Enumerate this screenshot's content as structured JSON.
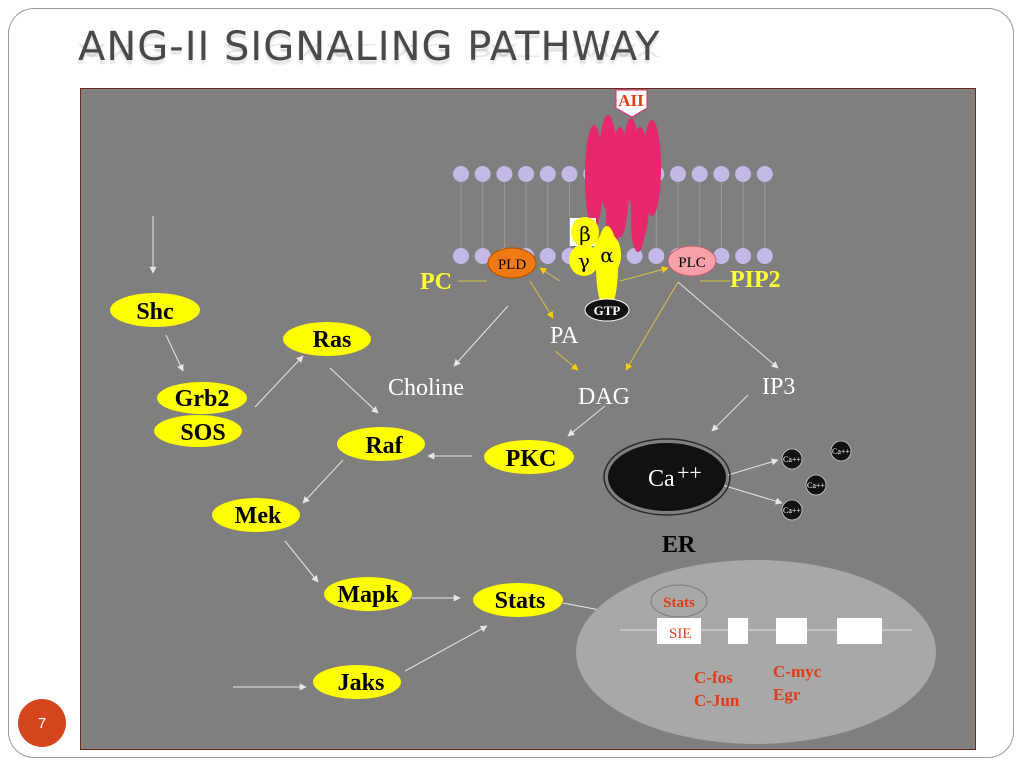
{
  "slide": {
    "title": "ANG-II SIGNALING PATHWAY",
    "page_number": "7"
  },
  "receptor": {
    "ligand": "AII",
    "beta": "β",
    "gamma": "γ",
    "alpha": "α",
    "gtp": "GTP"
  },
  "enzymes": {
    "pld": "PLD",
    "plc": "PLC"
  },
  "membrane_labels": {
    "pc": "PC",
    "pip2": "PIP2"
  },
  "metabolites": {
    "pa": "PA",
    "choline": "Choline",
    "dag": "DAG",
    "ip3": "IP3"
  },
  "calcium": {
    "store": "Ca",
    "store_sup": "++",
    "ion": "Ca",
    "ion_sup": "++",
    "er": "ER"
  },
  "nodes": {
    "shc": "Shc",
    "grb2": "Grb2",
    "sos": "SOS",
    "ras": "Ras",
    "raf": "Raf",
    "pkc": "PKC",
    "mek": "Mek",
    "mapk": "Mapk",
    "stats": "Stats",
    "jaks": "Jaks"
  },
  "nucleus": {
    "stats": "Stats",
    "sie": "SIE",
    "genes_left": [
      "C-fos",
      "C-Jun"
    ],
    "genes_right": [
      "C-myc",
      "Egr"
    ]
  },
  "colors": {
    "panel": "#7f7f7f",
    "node_fill": "#ffff00",
    "receptor": "#e8276e",
    "pld": "#f07a12",
    "plc": "#f7a0a8",
    "lipid_head": "#c4b8e6",
    "accent_text": "#ffff33",
    "nucleus": "#a8a8a8",
    "badge": "#d5461f"
  }
}
